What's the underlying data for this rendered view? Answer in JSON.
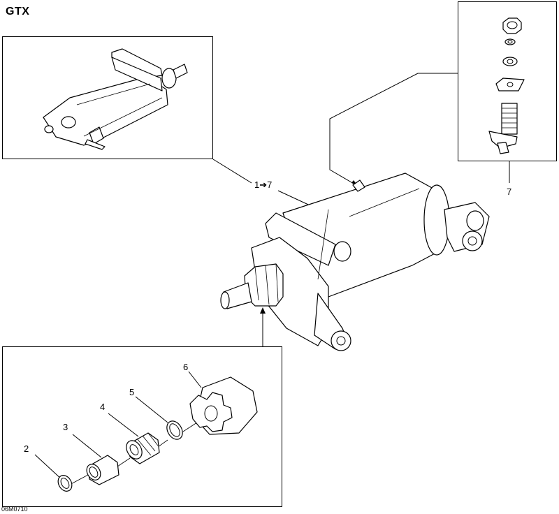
{
  "title": "GTX",
  "drawing_code": "06M0710",
  "callouts": {
    "assembly_range": "1➔7",
    "item_2": "2",
    "item_3": "3",
    "item_4": "4",
    "item_5": "5",
    "item_6": "6",
    "item_7": "7"
  }
}
